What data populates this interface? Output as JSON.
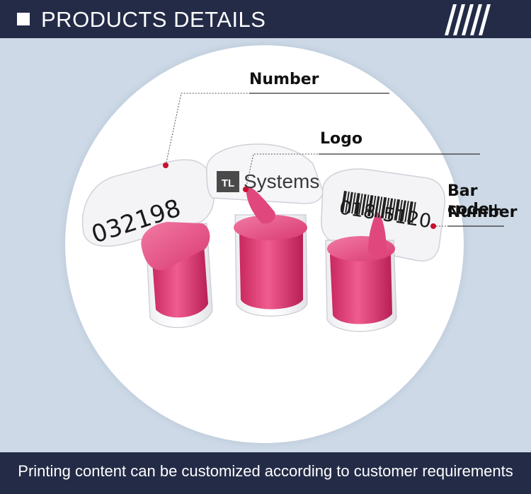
{
  "header": {
    "title": "PRODUCTS DETAILS"
  },
  "tag_left": {
    "number": "032198"
  },
  "tag_middle": {
    "logo_mark": "TL",
    "logo_text": "Systems"
  },
  "tag_right": {
    "number": "018  5120"
  },
  "labels": {
    "number": "Number",
    "logo": "Logo",
    "barcode_line1": "Bar code+",
    "barcode_line2": "Number"
  },
  "footer": {
    "text": "Printing content can be customized according to customer requirements"
  },
  "colors": {
    "navy": "#232b47",
    "background": "#cdd9e6",
    "seal_pink": "#e8467e",
    "leader_dot": "#c8102e"
  }
}
